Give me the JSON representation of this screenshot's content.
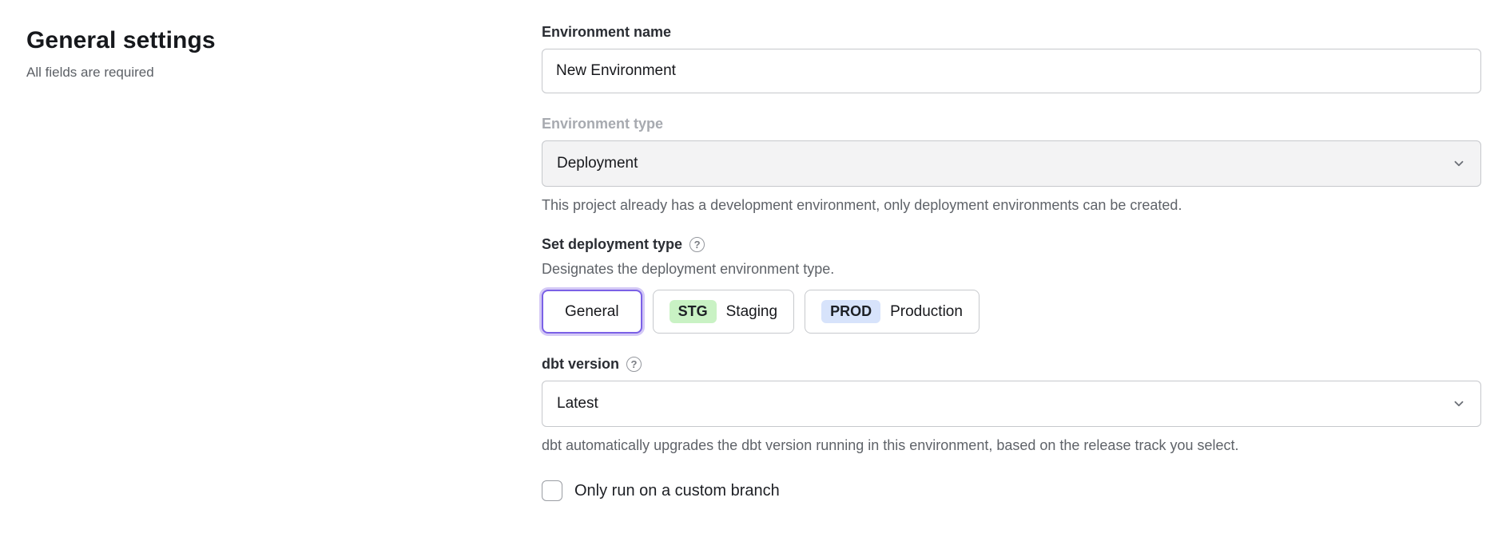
{
  "page": {
    "title": "General settings",
    "subtitle": "All fields are required"
  },
  "colors": {
    "accent_purple": "#7b61e6",
    "staging_badge_bg": "#c9f2c4",
    "production_badge_bg": "#d7e3fb"
  },
  "form": {
    "environment_name": {
      "label": "Environment name",
      "value": "New Environment"
    },
    "environment_type": {
      "label": "Environment type",
      "value": "Deployment",
      "disabled": true,
      "helper": "This project already has a development environment, only deployment environments can be created."
    },
    "deployment_type": {
      "label": "Set deployment type",
      "helper": "Designates the deployment environment type.",
      "options": [
        {
          "label": "General",
          "badge": "",
          "selected": true
        },
        {
          "label": "Staging",
          "badge": "STG",
          "selected": false
        },
        {
          "label": "Production",
          "badge": "PROD",
          "selected": false
        }
      ]
    },
    "dbt_version": {
      "label": "dbt version",
      "value": "Latest",
      "helper": "dbt automatically upgrades the dbt version running in this environment, based on the release track you select."
    },
    "custom_branch": {
      "label": "Only run on a custom branch",
      "checked": false
    }
  }
}
